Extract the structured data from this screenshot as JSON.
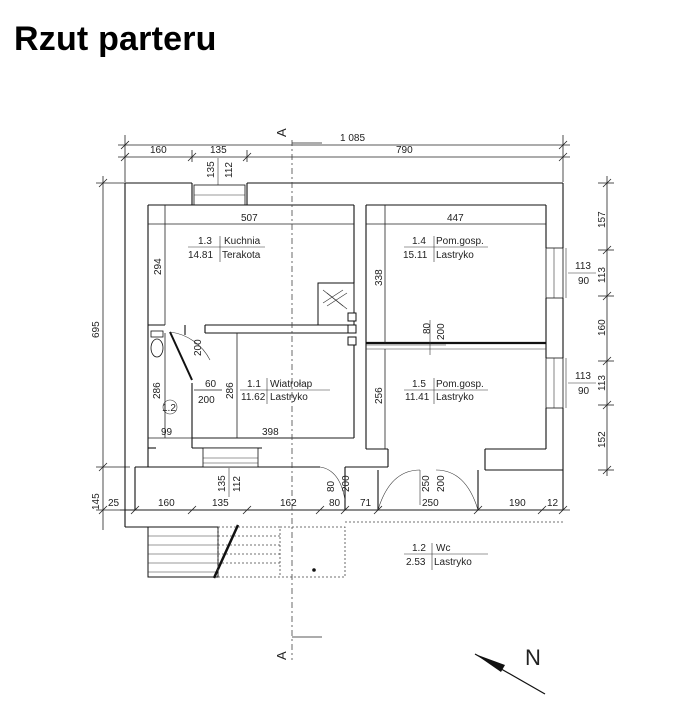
{
  "title": "Rzut parteru",
  "section_label": "A",
  "north_label": "N",
  "rooms": [
    {
      "id": "1.3",
      "name": "Kuchnia",
      "area": "14.81",
      "floor": "Terakota"
    },
    {
      "id": "1.4",
      "name": "Pom.gosp.",
      "area": "15.11",
      "floor": "Lastryko"
    },
    {
      "id": "1.1",
      "name": "Wiatrołap",
      "area": "11.62",
      "floor": "Lastryko"
    },
    {
      "id": "1.5",
      "name": "Pom.gosp.",
      "area": "11.41",
      "floor": "Lastryko"
    },
    {
      "id": "1.2",
      "name": "Wc",
      "area": "2.53",
      "floor": "Lastryko"
    }
  ],
  "dims": {
    "top_total": "1 085",
    "top_left": "160",
    "top_mid": "135",
    "top_right": "790",
    "vent_a": "135",
    "vent_b": "112",
    "kitchen_w": "507",
    "room14_w": "447",
    "left_total": "695",
    "left_bottom": "145",
    "left_corner": "25",
    "kitchen_h": "294",
    "wc_h": "286",
    "wc_w": "99",
    "hall_h": "286",
    "hall_w": "398",
    "wc_door_h": "200",
    "hall_door_w": "60",
    "hall_door_h": "200",
    "room14_h": "338",
    "room15_h": "256",
    "mid_door_w": "80",
    "mid_door_h": "200",
    "right_1": "157",
    "right_2": "113",
    "right_3": "160",
    "right_4": "113",
    "right_5": "152",
    "win_upper_w": "113",
    "win_upper_h": "90",
    "win_lower_w": "113",
    "win_lower_h": "90",
    "bot_160": "160",
    "bot_135": "135",
    "bot_162": "162",
    "bot_80": "80",
    "bot_71": "71",
    "bot_250": "250",
    "bot_190": "190",
    "bot_12": "12",
    "win_bot_a": "135",
    "win_bot_b": "112",
    "door_small_w": "80",
    "door_small_h": "200",
    "door_main_w": "250",
    "door_main_h": "200"
  }
}
